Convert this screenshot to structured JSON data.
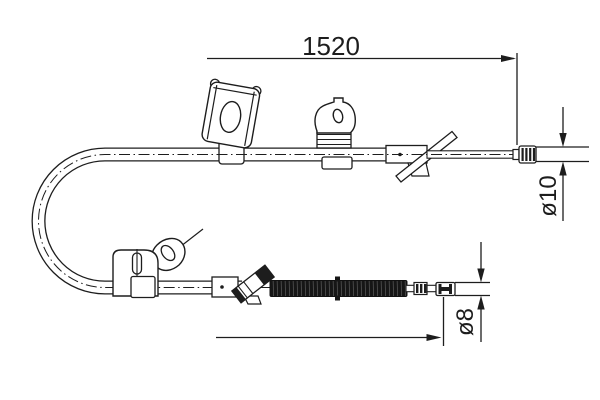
{
  "drawing": {
    "kind": "technical-line-drawing",
    "subject": "parking-brake-cable",
    "background": "#ffffff",
    "line_color": "#1d1d1d",
    "labels": {
      "overall_length": "1520",
      "top_end_diameter": "ø10",
      "bottom_end_diameter": "ø8"
    }
  }
}
